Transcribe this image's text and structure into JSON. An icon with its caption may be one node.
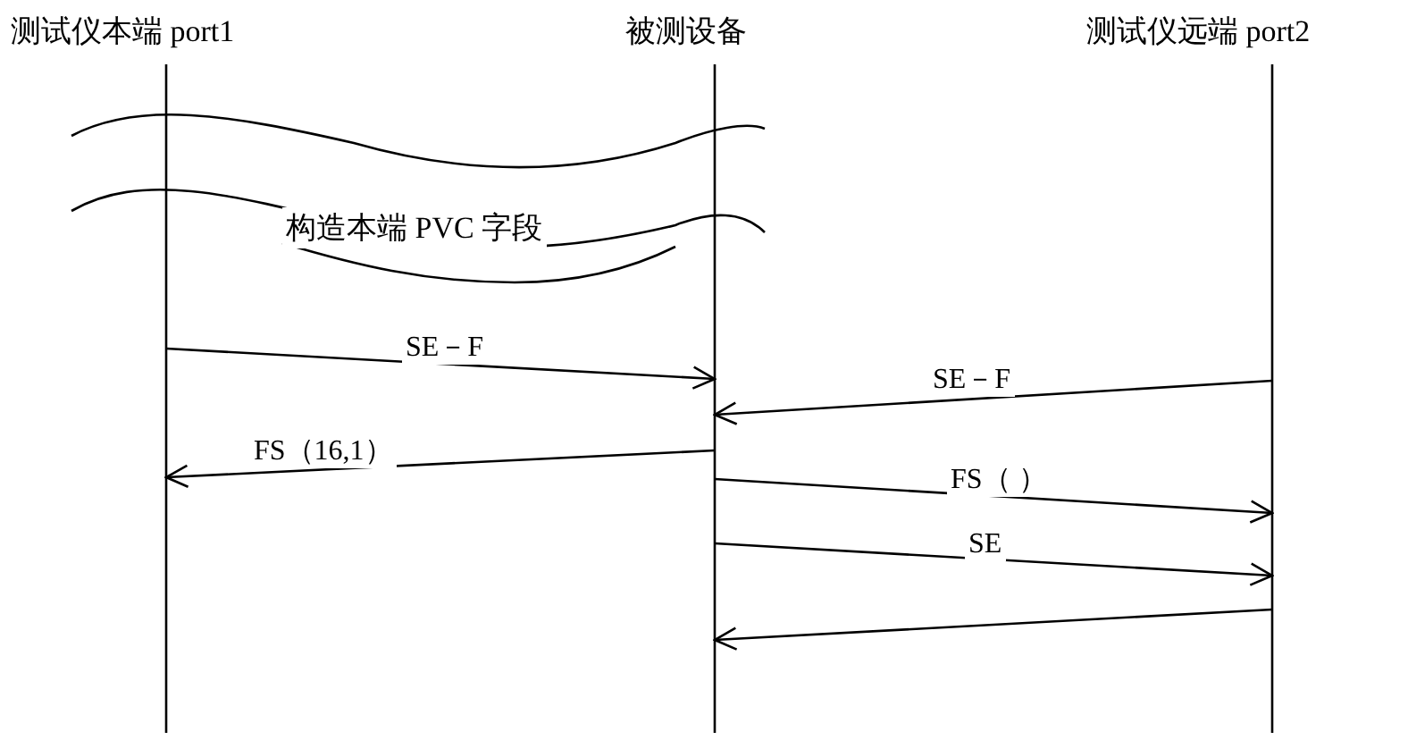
{
  "diagram": {
    "nodes": [
      {
        "text": [
          "测试仪本端 port1"
        ]
      },
      {
        "text": [
          "被测设备"
        ]
      },
      {
        "text": [
          "测试仪远端 port2"
        ]
      },
      {
        "text": [
          "构造本端 PVC 字段"
        ]
      }
    ],
    "edges": [
      {
        "from": 0,
        "to": 1,
        "arrow": "to",
        "label": "SE－F"
      },
      {
        "from": 2,
        "to": 1,
        "arrow": "to",
        "label": "SE－F"
      },
      {
        "from": 1,
        "to": 0,
        "arrow": "to",
        "label": "FS（16,1）"
      },
      {
        "from": 1,
        "to": 2,
        "arrow": "to",
        "label": "FS（ ）"
      },
      {
        "from": 1,
        "to": 2,
        "arrow": "to",
        "label": "SE"
      },
      {
        "from": 2,
        "to": 1,
        "arrow": "to"
      }
    ]
  }
}
